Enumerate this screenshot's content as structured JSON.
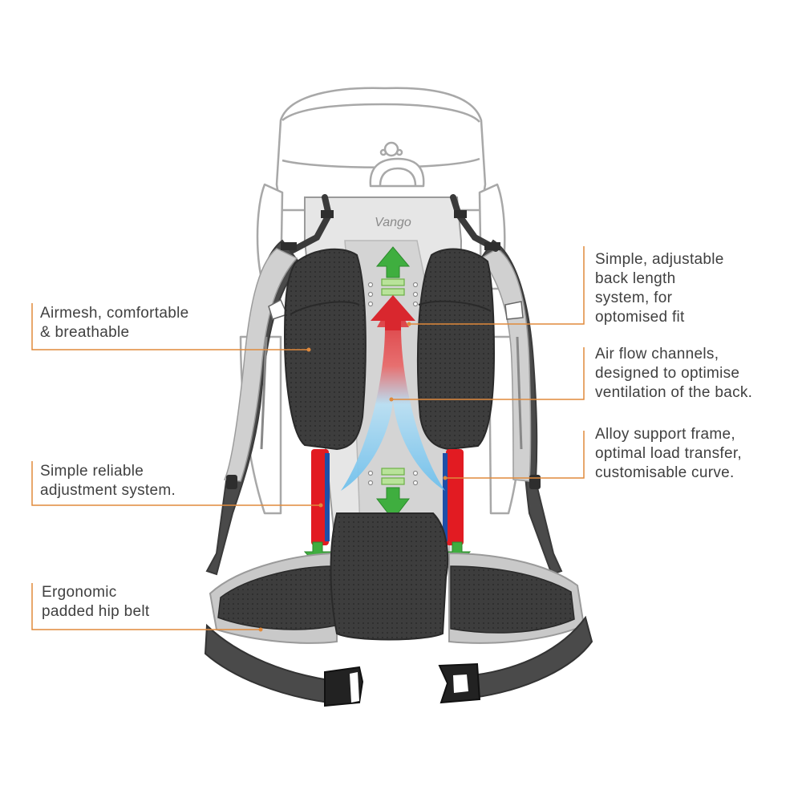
{
  "brand": "Vango",
  "colors": {
    "leader_line": "#e08a3c",
    "text": "#404040",
    "outline": "#a8a8a8",
    "mesh_dark": "#3a3a3a",
    "pad_light": "#d6d6d6",
    "strap_dark": "#4a4a4a",
    "arrow_green": "#3fae3f",
    "arrow_red": "#d9272e",
    "arrow_blue": "#5fb8e8",
    "frame_red": "#e21b22",
    "frame_blue": "#1d4fa8"
  },
  "callouts": {
    "airmesh": [
      "Airmesh, comfortable",
      "& breathable"
    ],
    "adjustment": [
      "Simple reliable",
      "adjustment system."
    ],
    "hipbelt": [
      "Ergonomic",
      "padded hip belt"
    ],
    "back_length": [
      "Simple, adjustable",
      "back length",
      "system, for",
      "optomised fit"
    ],
    "air_flow": [
      "Air flow channels,",
      "designed to optimise",
      "ventilation of the back."
    ],
    "alloy_frame": [
      "Alloy support frame,",
      "optimal load transfer,",
      "customisable curve."
    ]
  }
}
